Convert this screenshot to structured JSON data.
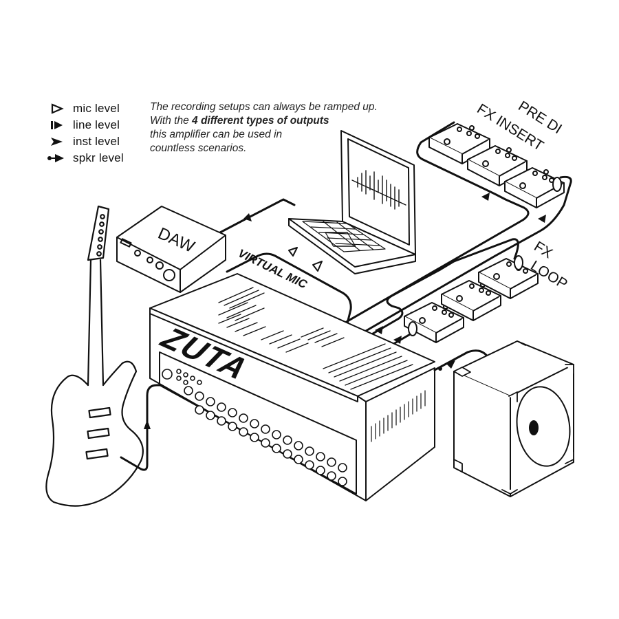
{
  "legend": [
    {
      "icon": "mic-level-icon",
      "label": "mic  level"
    },
    {
      "icon": "line-level-icon",
      "label": "line  level"
    },
    {
      "icon": "inst-level-icon",
      "label": "inst  level"
    },
    {
      "icon": "spkr-level-icon",
      "label": "spkr level"
    }
  ],
  "blurb": {
    "line1": "The recording setups can always be ramped up.",
    "line2_pre": "With the ",
    "line2_bold": "4 different types of outputs",
    "line3": "this amplifier can be used in",
    "line4": "countless scenarios."
  },
  "labels": {
    "daw": "DAW",
    "virtual_mic": "VIRTUAL MIC",
    "fx_insert": "FX INSERT",
    "pre_di": "PRE DI",
    "fx": "FX",
    "loop": "LOOP",
    "brand": "ZUTA"
  },
  "colors": {
    "ink": "#111111",
    "paper": "#ffffff"
  }
}
